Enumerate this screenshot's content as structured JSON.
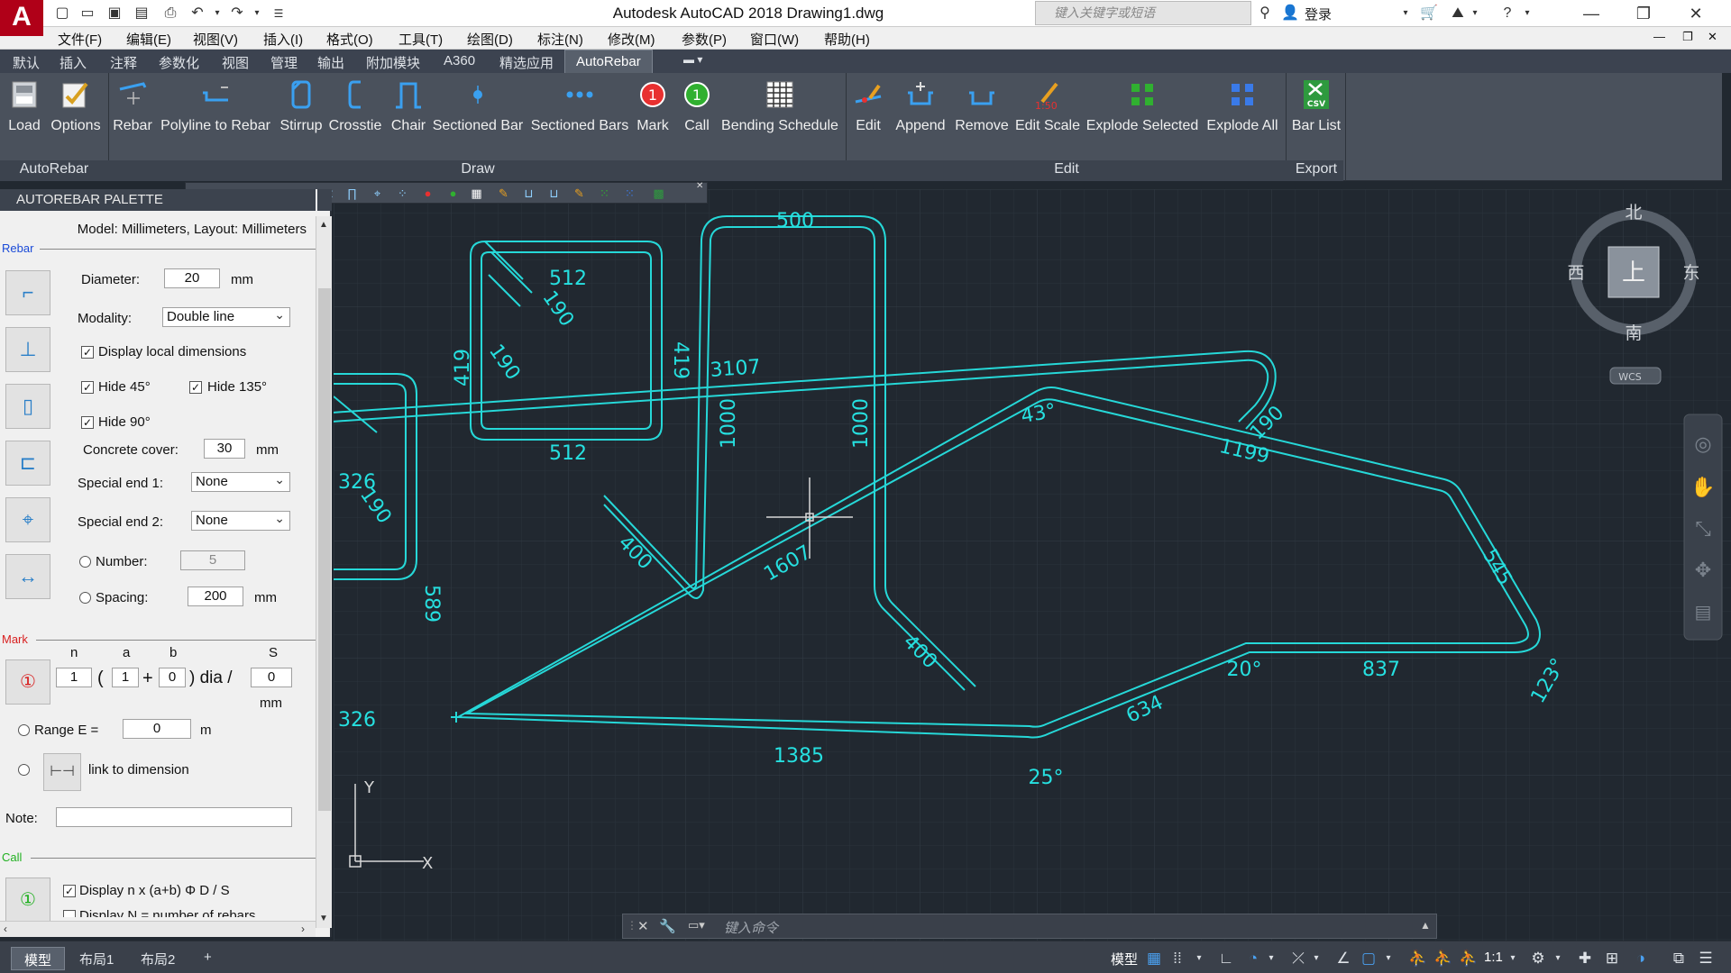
{
  "window": {
    "title": "Autodesk AutoCAD 2018    Drawing1.dwg",
    "logo": "A",
    "search_placeholder": "键入关键字或短语",
    "login": "登录"
  },
  "menu": [
    "文件(F)",
    "编辑(E)",
    "视图(V)",
    "插入(I)",
    "格式(O)",
    "工具(T)",
    "绘图(D)",
    "标注(N)",
    "修改(M)",
    "参数(P)",
    "窗口(W)",
    "帮助(H)"
  ],
  "ribbon_tabs": [
    "默认",
    "插入",
    "注释",
    "参数化",
    "视图",
    "管理",
    "输出",
    "附加模块",
    "A360",
    "精选应用",
    "AutoRebar"
  ],
  "ribbon_active_tab": "AutoRebar",
  "ribbon": {
    "buttons": [
      {
        "label": "Load",
        "icon": "load-icon"
      },
      {
        "label": "Options",
        "icon": "options-icon"
      },
      {
        "label": "Rebar",
        "icon": "rebar-icon"
      },
      {
        "label": "Polyline to Rebar",
        "icon": "polyline-to-rebar-icon"
      },
      {
        "label": "Stirrup",
        "icon": "stirrup-icon"
      },
      {
        "label": "Crosstie",
        "icon": "crosstie-icon"
      },
      {
        "label": "Chair",
        "icon": "chair-icon"
      },
      {
        "label": "Sectioned Bar",
        "icon": "sectioned-bar-icon"
      },
      {
        "label": "Sectioned Bars",
        "icon": "sectioned-bars-icon"
      },
      {
        "label": "Mark",
        "icon": "mark-icon"
      },
      {
        "label": "Call",
        "icon": "call-icon"
      },
      {
        "label": "Bending Schedule",
        "icon": "bending-schedule-icon"
      },
      {
        "label": "Edit",
        "icon": "edit-icon"
      },
      {
        "label": "Append",
        "icon": "append-icon"
      },
      {
        "label": "Remove",
        "icon": "remove-icon"
      },
      {
        "label": "Edit Scale",
        "icon": "edit-scale-icon"
      },
      {
        "label": "Explode Selected",
        "icon": "explode-selected-icon"
      },
      {
        "label": "Explode All",
        "icon": "explode-all-icon"
      },
      {
        "label": "Bar List",
        "icon": "bar-list-csv-icon"
      }
    ],
    "groups": [
      "AutoRebar",
      "Draw",
      "Edit",
      "Export"
    ],
    "mark_icon_text": "1",
    "call_icon_text": "1",
    "csv_text": "CSV"
  },
  "palette": {
    "title": "AUTOREBAR PALETTE",
    "subtitle": "Model: Millimeters,   Layout: Millimeters",
    "rebar_section": "Rebar",
    "diameter_label": "Diameter:",
    "diameter_value": "20",
    "diameter_unit": "mm",
    "modality_label": "Modality:",
    "modality_value": "Double line",
    "display_local_dims": "Display local dimensions",
    "hide45": "Hide 45°",
    "hide135": "Hide 135°",
    "hide90": "Hide 90°",
    "cover_label": "Concrete cover:",
    "cover_value": "30",
    "cover_unit": "mm",
    "end1_label": "Special end 1:",
    "end1_value": "None",
    "end2_label": "Special end 2:",
    "end2_value": "None",
    "number_label": "Number:",
    "number_value": "5",
    "spacing_label": "Spacing:",
    "spacing_value": "200",
    "spacing_unit": "mm",
    "mark_section": "Mark",
    "mark_n": "n",
    "mark_a": "a",
    "mark_b": "b",
    "mark_s": "S",
    "n_value": "1",
    "open_paren": "(",
    "a_value": "1",
    "plus": "+",
    "b_value": "0",
    "dia_text": ") dia /",
    "s_value": "0",
    "s_unit": "mm",
    "range_label": "Range E =",
    "range_value": "0",
    "range_unit": "m",
    "link_label": "link to dimension",
    "note_label": "Note:",
    "note_value": "",
    "call_section": "Call",
    "call_display": "Display n x (a+b) Φ D / S",
    "call_display2": "Display N = number of rebars"
  },
  "viewcube": {
    "north": "北",
    "south": "南",
    "east": "东",
    "west": "西",
    "top": "上",
    "wcs": "WCS"
  },
  "ucs": {
    "x": "X",
    "y": "Y"
  },
  "dimensions": {
    "d500": "500",
    "d512a": "512",
    "d190a": "190",
    "d419a": "419",
    "d190b": "190",
    "d419b": "419",
    "d512b": "512",
    "d3107": "3107",
    "d1000a": "1000",
    "d1000b": "1000",
    "d326a": "326",
    "d190c": "190",
    "d589": "589",
    "d326b": "326",
    "d400a": "400",
    "d400b": "400",
    "d1607": "1607",
    "d43": "43°",
    "d1199": "1199",
    "d190d": "190",
    "d545": "545",
    "d123": "123°",
    "d837": "837",
    "d20": "20°",
    "d634": "634",
    "d25": "25°",
    "d1385": "1385"
  },
  "command": {
    "placeholder": "键入命令"
  },
  "status": {
    "layout_tabs": [
      "模型",
      "布局1",
      "布局2"
    ],
    "add_tab": "+",
    "model": "模型",
    "scale": "1:1"
  }
}
